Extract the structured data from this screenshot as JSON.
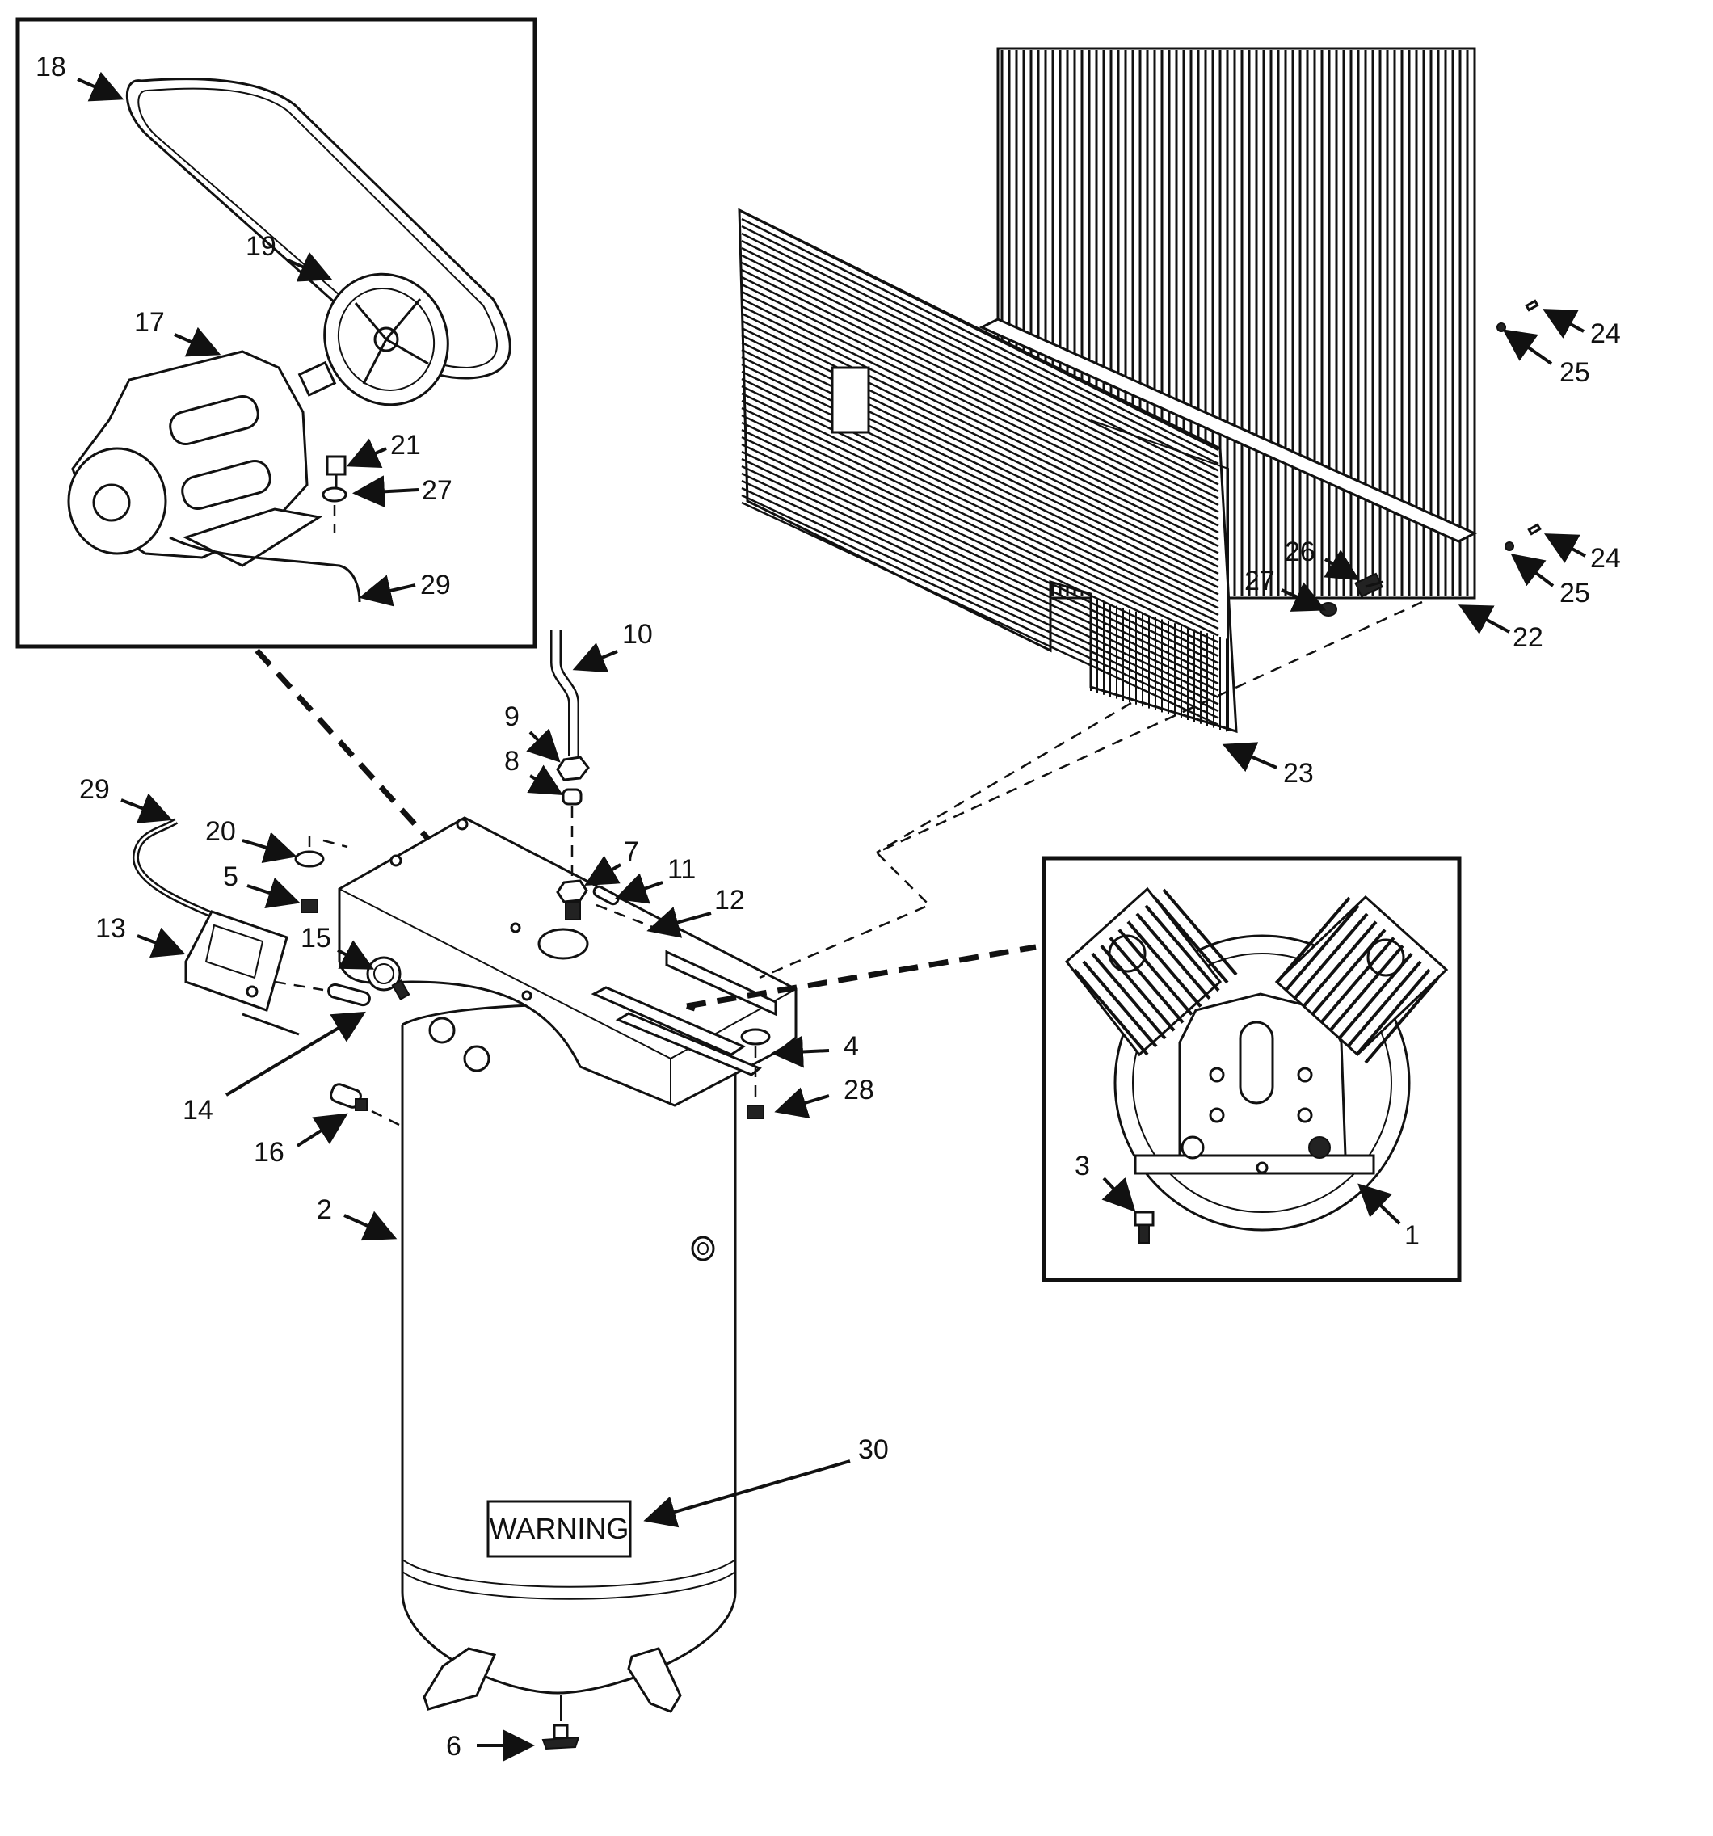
{
  "diagram": {
    "warning_label": "WARNING",
    "callouts": [
      {
        "id": "c18",
        "text": "18"
      },
      {
        "id": "c19",
        "text": "19"
      },
      {
        "id": "c17",
        "text": "17"
      },
      {
        "id": "c21",
        "text": "21"
      },
      {
        "id": "c27a",
        "text": "27"
      },
      {
        "id": "c29a",
        "text": "29"
      },
      {
        "id": "c10",
        "text": "10"
      },
      {
        "id": "c9",
        "text": "9"
      },
      {
        "id": "c8",
        "text": "8"
      },
      {
        "id": "c29b",
        "text": "29"
      },
      {
        "id": "c20",
        "text": "20"
      },
      {
        "id": "c5",
        "text": "5"
      },
      {
        "id": "c7",
        "text": "7"
      },
      {
        "id": "c11",
        "text": "11"
      },
      {
        "id": "c12",
        "text": "12"
      },
      {
        "id": "c13",
        "text": "13"
      },
      {
        "id": "c15",
        "text": "15"
      },
      {
        "id": "c14",
        "text": "14"
      },
      {
        "id": "c16",
        "text": "16"
      },
      {
        "id": "c4",
        "text": "4"
      },
      {
        "id": "c28",
        "text": "28"
      },
      {
        "id": "c2",
        "text": "2"
      },
      {
        "id": "c30",
        "text": "30"
      },
      {
        "id": "c6",
        "text": "6"
      },
      {
        "id": "c24a",
        "text": "24"
      },
      {
        "id": "c25a",
        "text": "25"
      },
      {
        "id": "c26",
        "text": "26"
      },
      {
        "id": "c27b",
        "text": "27"
      },
      {
        "id": "c24b",
        "text": "24"
      },
      {
        "id": "c25b",
        "text": "25"
      },
      {
        "id": "c22",
        "text": "22"
      },
      {
        "id": "c23",
        "text": "23"
      },
      {
        "id": "c3",
        "text": "3"
      },
      {
        "id": "c1",
        "text": "1"
      }
    ]
  }
}
